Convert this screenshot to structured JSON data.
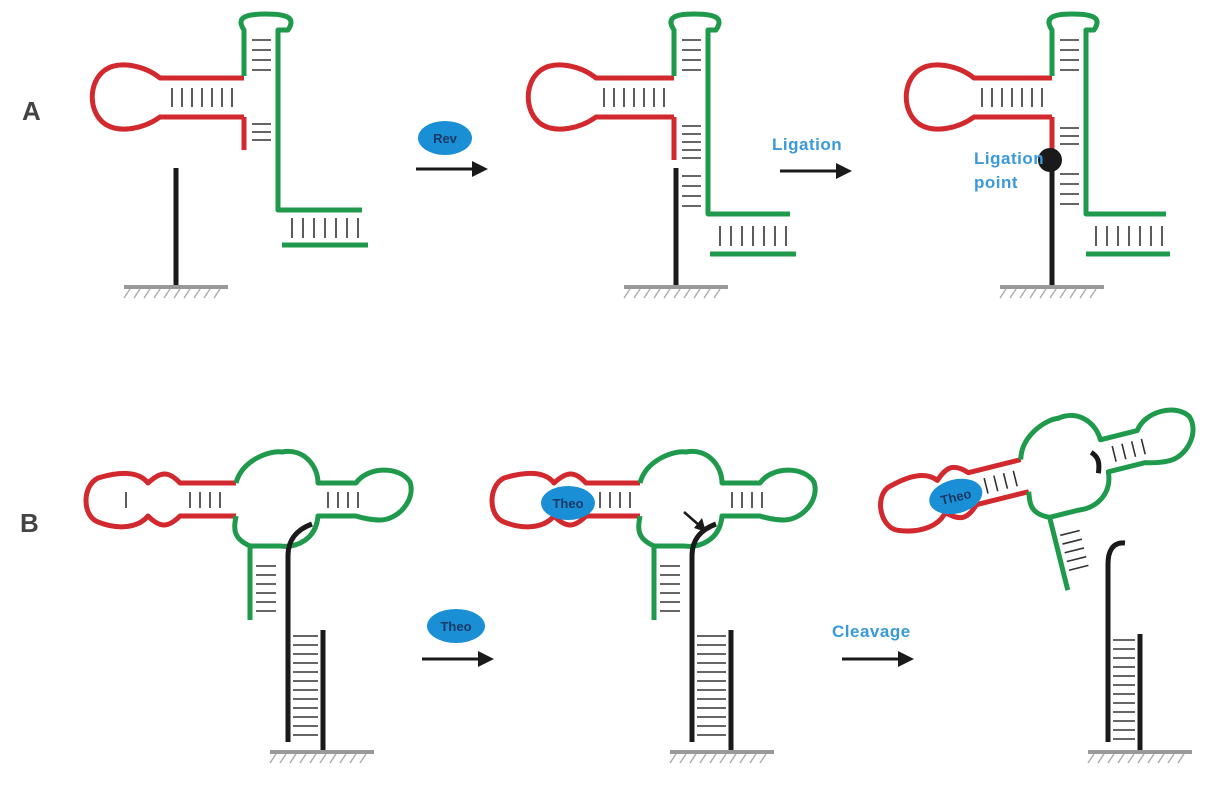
{
  "panels": {
    "a": {
      "label": "A"
    },
    "b": {
      "label": "B"
    }
  },
  "steps": {
    "rev": "Rev",
    "ligation": "Ligation",
    "ligation_point_line1": "Ligation",
    "ligation_point_line2": "point",
    "theo_stimulus": "Theo",
    "theo_bound_1": "Theo",
    "theo_bound_2": "Theo",
    "cleavage": "Cleavage"
  },
  "colors": {
    "aptamer_red": "#d2292f",
    "ribozyme_green": "#1f9a4d",
    "substrate_black": "#1a1a1a",
    "enzyme_blue": "#1a8fd6",
    "label_blue": "#3a9ad9"
  }
}
